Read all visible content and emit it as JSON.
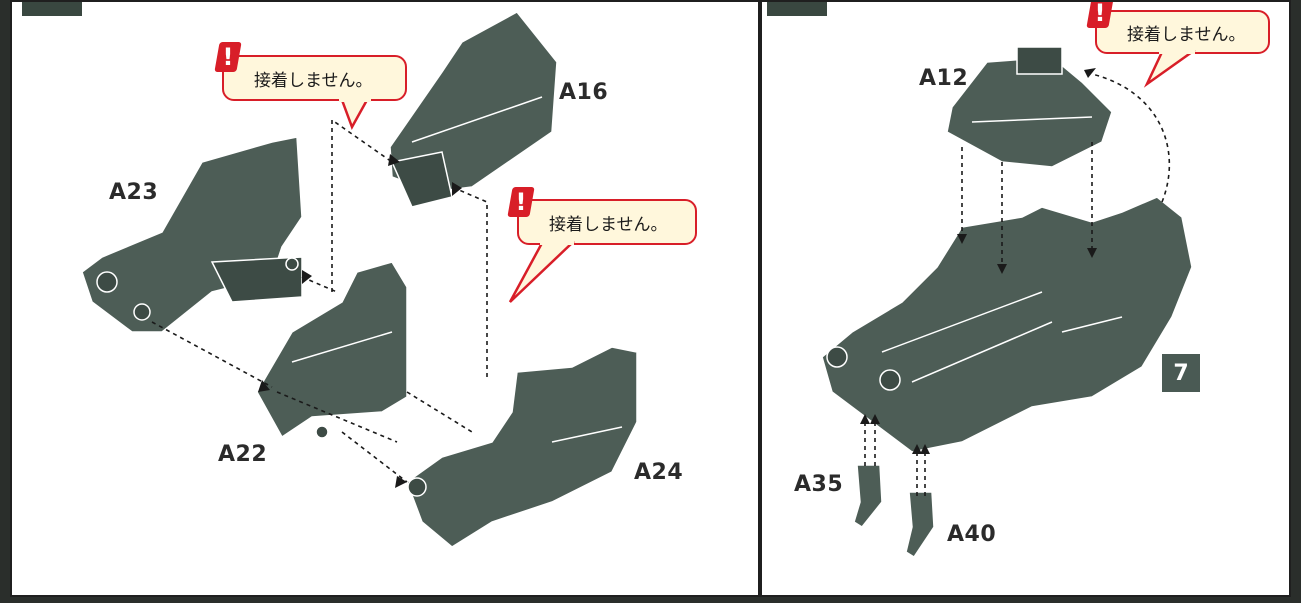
{
  "left_panel": {
    "parts": [
      "A16",
      "A23",
      "A22",
      "A24"
    ],
    "callouts": [
      "接着しません。",
      "接着しません。"
    ]
  },
  "right_panel": {
    "parts": [
      "A12",
      "A35",
      "A40"
    ],
    "callouts": [
      "接着しません。"
    ],
    "step_number": "7"
  },
  "icons": {
    "warning": "!"
  },
  "colors": {
    "part_fill": "#4d5d56",
    "part_edge": "#ffffff",
    "callout_border": "#d81e28",
    "callout_fill": "#fff7dc",
    "step_badge": "#4a5a54"
  }
}
